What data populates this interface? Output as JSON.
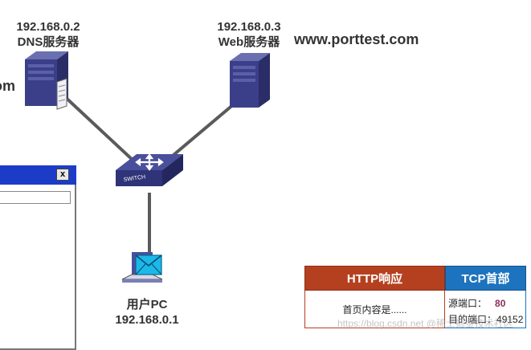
{
  "dns_server": {
    "ip": "192.168.0.2",
    "label": "DNS服务器"
  },
  "web_server": {
    "ip": "192.168.0.3",
    "label": "Web服务器"
  },
  "site_domain": "www.porttest.com",
  "left_fragment": "om",
  "switch": {
    "text": "SWITCH"
  },
  "client": {
    "label": "用户PC",
    "ip": "192.168.0.1"
  },
  "browser": {
    "close_glyph": "x"
  },
  "packet": {
    "http_header": "HTTP响应",
    "tcp_header": "TCP首部",
    "http_body": "首页内容是......",
    "src_port_label": "源端口：",
    "src_port_value": "80",
    "dst_port_label": "目的端口：",
    "dst_port_value": "49152"
  },
  "watermark": "https://blog.csdn.net @稀土掘金技术社区",
  "colors": {
    "http_header_bg": "#b5401f",
    "tcp_header_bg": "#1e73be",
    "port_value": "#8e2a5a",
    "link_line": "#5a5a5a"
  }
}
